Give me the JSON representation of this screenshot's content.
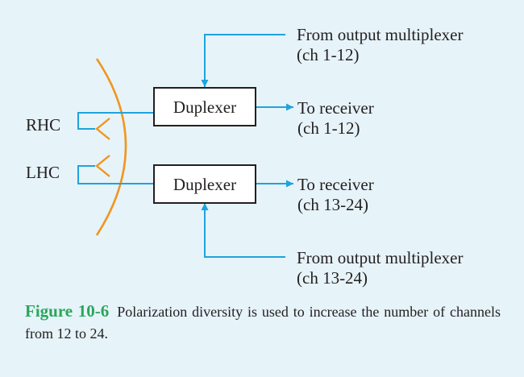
{
  "colors": {
    "background": "#e6f3f9",
    "signal_line": "#1fa3dd",
    "reflector": "#f0961e",
    "outline": "#231f20",
    "figure_label": "#2aa65a",
    "box_fill": "#ffffff"
  },
  "diagram": {
    "polarizations": {
      "rhc": "RHC",
      "lhc": "LHC"
    },
    "duplexer_top": {
      "label": "Duplexer",
      "input_line1": "From output multiplexer",
      "input_line2": "(ch 1-12)",
      "output_line1": "To receiver",
      "output_line2": "(ch 1-12)"
    },
    "duplexer_bottom": {
      "label": "Duplexer",
      "input_line1": "From output multiplexer",
      "input_line2": "(ch 13-24)",
      "output_line1": "To receiver",
      "output_line2": "(ch 13-24)"
    }
  },
  "caption": {
    "figure_label": "Figure 10-6",
    "text": "Polarization diversity is used to increase the number of channels from 12 to 24."
  }
}
